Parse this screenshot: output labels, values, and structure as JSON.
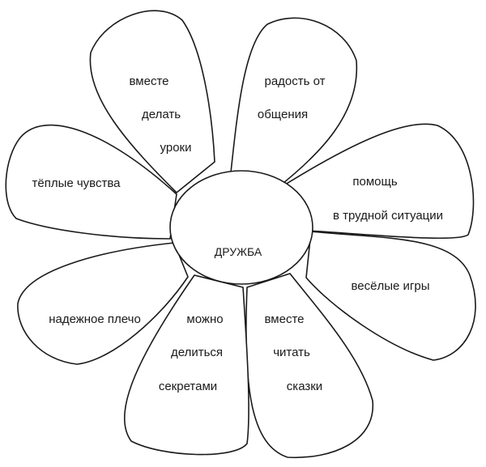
{
  "center": {
    "label": "ДРУЖБА"
  },
  "petals": [
    {
      "id": "top-left",
      "lines": [
        "вместе",
        "делать",
        "уроки"
      ]
    },
    {
      "id": "top-right",
      "lines": [
        "радость от",
        "общения"
      ]
    },
    {
      "id": "right-upper",
      "lines": [
        "помощь",
        "в трудной  ситуации"
      ]
    },
    {
      "id": "right-lower",
      "lines": [
        "весёлые игры"
      ]
    },
    {
      "id": "bottom-right",
      "lines": [
        "вместе",
        "читать",
        "сказки"
      ]
    },
    {
      "id": "bottom-left",
      "lines": [
        "можно",
        "делиться",
        "секретами"
      ]
    },
    {
      "id": "left-lower",
      "lines": [
        "надежное плечо"
      ]
    },
    {
      "id": "left-upper",
      "lines": [
        "тёплые чувства"
      ]
    }
  ]
}
